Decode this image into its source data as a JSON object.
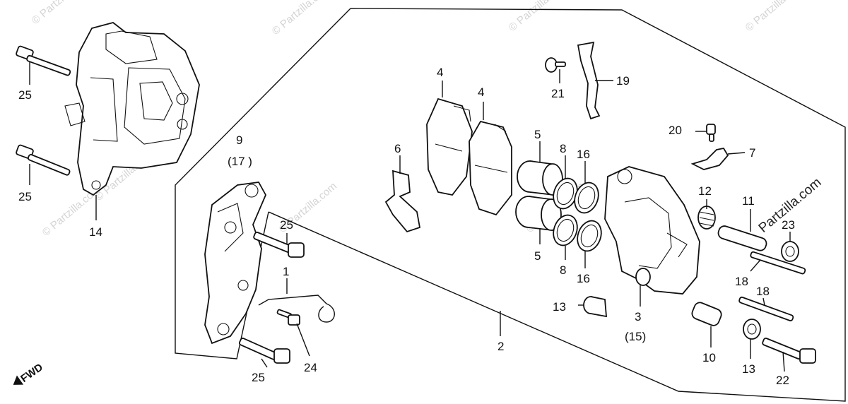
{
  "watermark": {
    "text": "© Partzilla.com",
    "brand": "Partzilla.com"
  },
  "fwd_label": "FWD",
  "callouts": {
    "c1": "1",
    "c2": "2",
    "c3": "3",
    "c3alt": "(15)",
    "c4a": "4",
    "c4b": "4",
    "c5a": "5",
    "c5b": "5",
    "c6": "6",
    "c7": "7",
    "c8a": "8",
    "c8b": "8",
    "c9": "9",
    "c9alt": "(17 )",
    "c10": "10",
    "c11": "11",
    "c12": "12",
    "c13a": "13",
    "c13b": "13",
    "c14": "14",
    "c16a": "16",
    "c16b": "16",
    "c18a": "18",
    "c18b": "18",
    "c19": "19",
    "c20": "20",
    "c21": "21",
    "c22": "22",
    "c23": "23",
    "c24": "24",
    "c25a": "25",
    "c25b": "25",
    "c25c": "25",
    "c25d": "25"
  },
  "colors": {
    "ink": "#111111",
    "watermark": "#d4d4d4",
    "paper": "#ffffff"
  }
}
